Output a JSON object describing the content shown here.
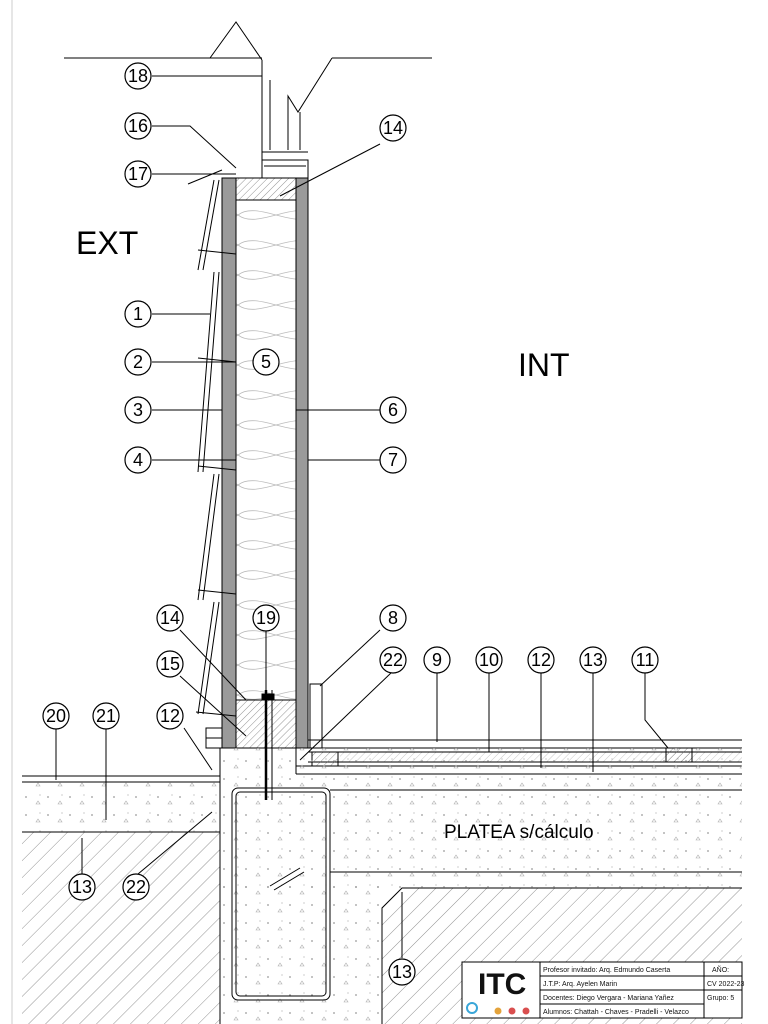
{
  "labels": {
    "ext": "EXT",
    "int": "INT",
    "platea": "PLATEA s/cálculo"
  },
  "callouts": {
    "c18": "18",
    "c16": "16",
    "c17": "17",
    "c14a": "14",
    "c1": "1",
    "c2": "2",
    "c3": "3",
    "c4": "4",
    "c5": "5",
    "c6": "6",
    "c7": "7",
    "c8": "8",
    "c14b": "14",
    "c19": "19",
    "c15": "15",
    "c22a": "22",
    "c9": "9",
    "c10": "10",
    "c12a": "12",
    "c13a": "13",
    "c11": "11",
    "c20": "20",
    "c21": "21",
    "c12b": "12",
    "c13b": "13",
    "c22b": "22",
    "c13c": "13"
  },
  "title_block": {
    "logo": "ITC",
    "profesor": "Profesor invitado: Arq. Edmundo Caserta",
    "jtp": "J.T.P: Arq. Ayelen Marin",
    "docentes": "Docentes: Diego Vergara - Mariana Yañez",
    "alumnos": "Alumnos: Chattah - Chaves - Pradelli - Velazco",
    "anio_label": "AÑO:",
    "anio_value": "CV 2022-23",
    "grupo": "Grupo: 5"
  },
  "colors": {
    "line": "#000000",
    "fill_gray": "#9a9a9a",
    "hatch": "#555555"
  }
}
